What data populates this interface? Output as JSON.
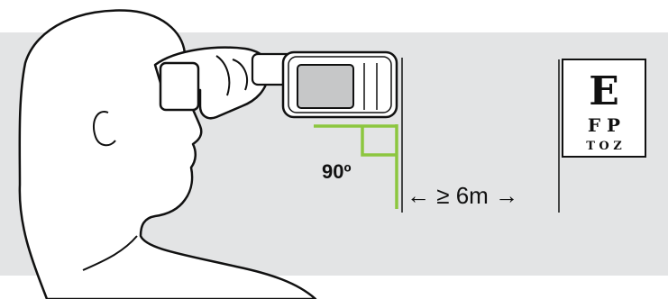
{
  "diagram": {
    "angle_label": "90º",
    "distance_label": "← ≥ 6m →",
    "eye_chart": {
      "row1": "E",
      "row2": "F P",
      "row3": "T O Z"
    },
    "colors": {
      "background_band": "#e3e4e5",
      "angle_marker": "#8cc63f",
      "outline": "#111111"
    }
  }
}
